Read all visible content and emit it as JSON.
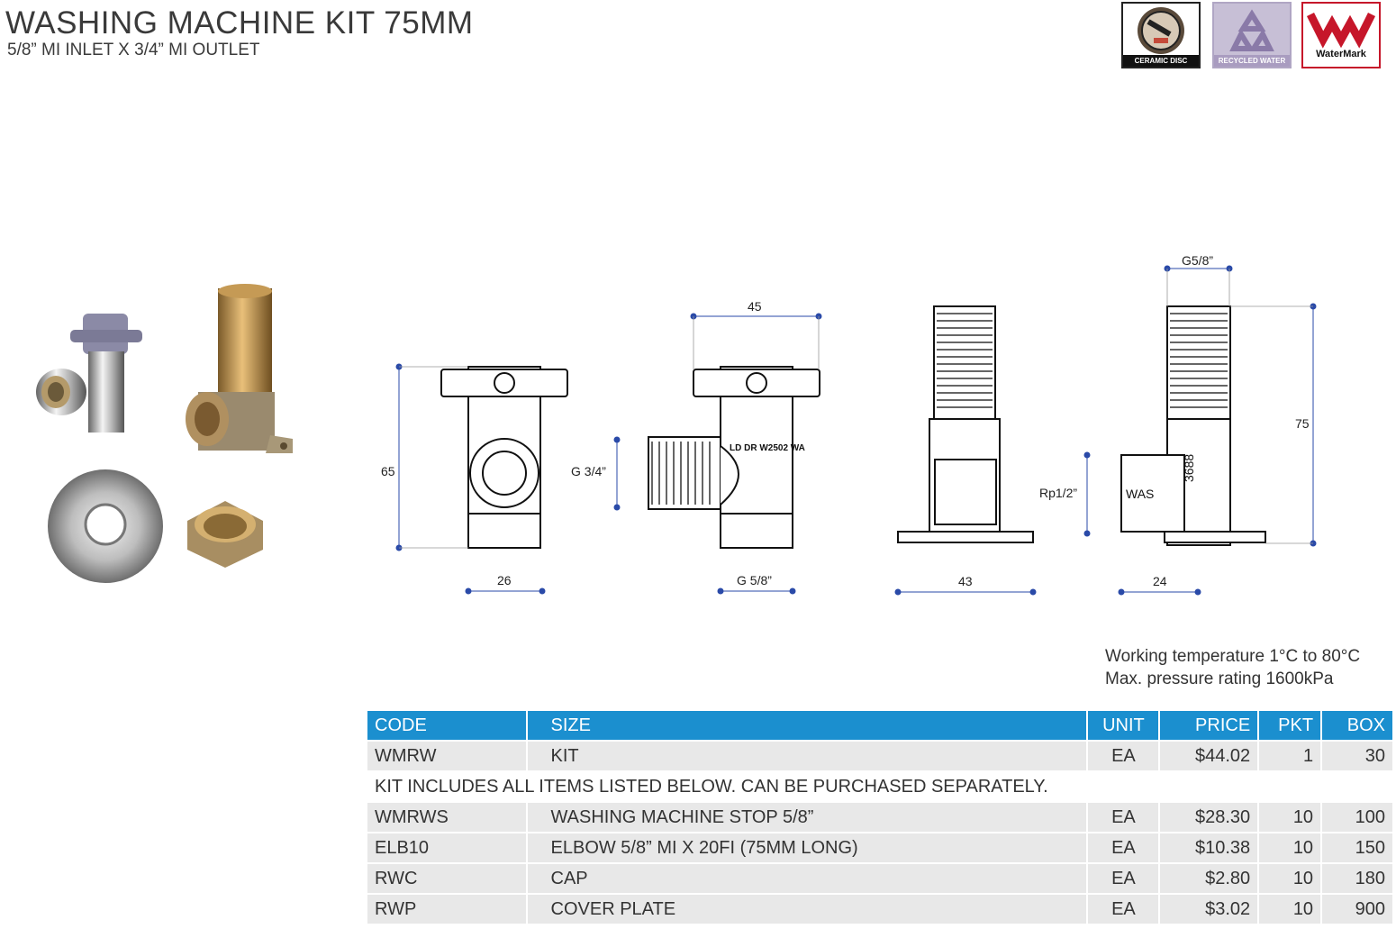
{
  "header": {
    "title": "WASHING MACHINE KIT 75MM",
    "subtitle": "5/8” MI INLET X 3/4” MI OUTLET"
  },
  "badges": [
    {
      "icon": "ceramic-disc-icon",
      "label": "CERAMIC DISC"
    },
    {
      "icon": "recycle-icon",
      "label": "RECYCLED WATER"
    },
    {
      "icon": "watermark-icon",
      "label": "WaterMark"
    }
  ],
  "dimensions": {
    "d65": "65",
    "d26": "26",
    "d45": "45",
    "dG34": "G 3/4”",
    "dG58b": "G 5/8”",
    "d43": "43",
    "dG58t": "G5/8”",
    "d75": "75",
    "dRp": "Rp1/2”",
    "d24": "24"
  },
  "drawing_text": {
    "body_marking": "LD DR W2502 WA",
    "was": "WAS",
    "cert": "3688"
  },
  "notes": {
    "temperature": "Working temperature 1°C to 80°C",
    "pressure": "Max. pressure rating 1600kPa"
  },
  "table": {
    "headers": {
      "code": "CODE",
      "size": "SIZE",
      "unit": "UNIT",
      "price": "PRICE",
      "pkt": "PKT",
      "box": "BOX"
    },
    "kit": {
      "code": "WMRW",
      "size": "KIT",
      "unit": "EA",
      "price": "$44.02",
      "pkt": "1",
      "box": "30"
    },
    "note": "KIT INCLUDES ALL ITEMS LISTED BELOW. CAN BE PURCHASED SEPARATELY.",
    "rows": [
      {
        "code": "WMRWS",
        "size": "WASHING MACHINE STOP 5/8”",
        "unit": "EA",
        "price": "$28.30",
        "pkt": "10",
        "box": "100"
      },
      {
        "code": "ELB10",
        "size": "ELBOW 5/8” MI X 20FI (75MM LONG)",
        "unit": "EA",
        "price": "$10.38",
        "pkt": "10",
        "box": "150"
      },
      {
        "code": "RWC",
        "size": "CAP",
        "unit": "EA",
        "price": "$2.80",
        "pkt": "10",
        "box": "180"
      },
      {
        "code": "RWP",
        "size": "COVER PLATE",
        "unit": "EA",
        "price": "$3.02",
        "pkt": "10",
        "box": "900"
      }
    ]
  },
  "colors": {
    "header_blue": "#1b8fcf",
    "row_grey": "#e8e8e8",
    "dim_blue": "#2a4aa8"
  }
}
